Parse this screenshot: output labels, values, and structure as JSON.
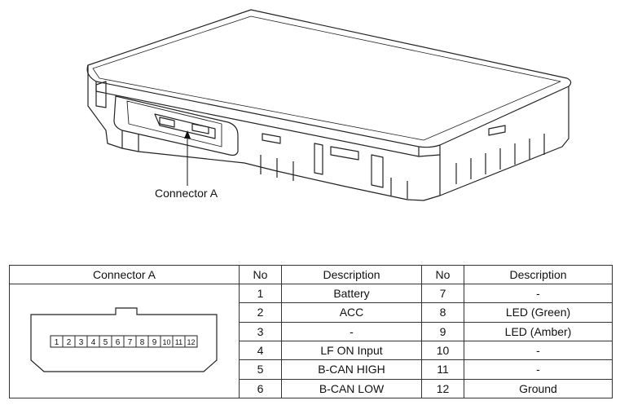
{
  "callout_label": "Connector A",
  "table": {
    "headers": {
      "connector": "Connector A",
      "no_left": "No",
      "desc_left": "Description",
      "no_right": "No",
      "desc_right": "Description"
    },
    "rows": [
      {
        "no1": "1",
        "desc1": "Battery",
        "no2": "7",
        "desc2": "-"
      },
      {
        "no1": "2",
        "desc1": "ACC",
        "no2": "8",
        "desc2": "LED (Green)"
      },
      {
        "no1": "3",
        "desc1": "-",
        "no2": "9",
        "desc2": "LED (Amber)"
      },
      {
        "no1": "4",
        "desc1": "LF ON Input",
        "no2": "10",
        "desc2": "-"
      },
      {
        "no1": "5",
        "desc1": "B-CAN HIGH",
        "no2": "11",
        "desc2": "-"
      },
      {
        "no1": "6",
        "desc1": "B-CAN LOW",
        "no2": "12",
        "desc2": "Ground"
      }
    ]
  },
  "connector_pins": [
    "1",
    "2",
    "3",
    "4",
    "5",
    "6",
    "7",
    "8",
    "9",
    "10",
    "11",
    "12"
  ]
}
